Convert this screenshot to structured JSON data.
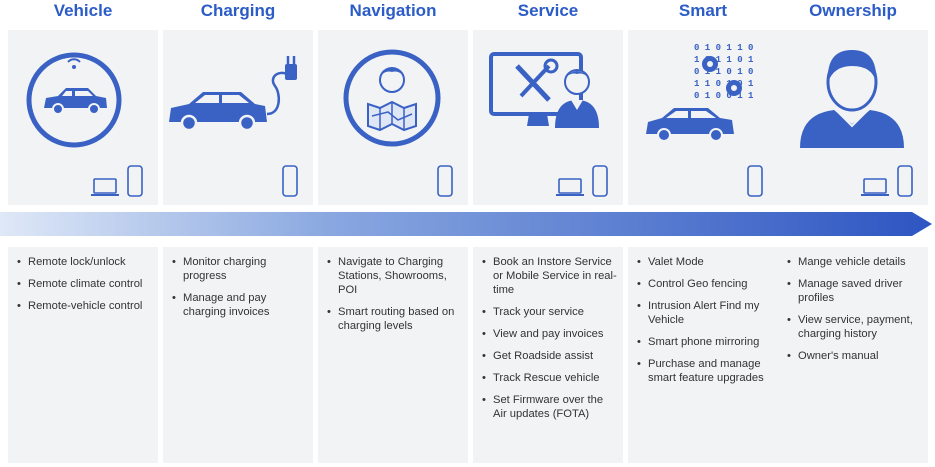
{
  "colors": {
    "accent": "#2b5cc7",
    "icon": "#3a62c4",
    "card": "#f2f3f5"
  },
  "columns": [
    {
      "title": "Vehicle",
      "icon": "car-wifi-icon",
      "devices": [
        "laptop-icon",
        "phone-icon"
      ],
      "items": [
        "Remote lock/unlock",
        "Remote climate control",
        "Remote-vehicle control"
      ]
    },
    {
      "title": "Charging",
      "icon": "car-charging-plug-icon",
      "devices": [
        "phone-icon"
      ],
      "items": [
        "Monitor charging progress",
        "Manage and pay charging invoices"
      ]
    },
    {
      "title": "Navigation",
      "icon": "person-map-icon",
      "devices": [
        "phone-icon"
      ],
      "items": [
        "Navigate to Charging Stations, Showrooms, POI",
        "Smart routing based on charging levels"
      ]
    },
    {
      "title": "Service",
      "icon": "service-technician-icon",
      "devices": [
        "laptop-icon",
        "phone-icon"
      ],
      "items": [
        "Book an Instore Service or Mobile Service in real-time",
        "Track your service",
        "View and pay invoices",
        "Get Roadside assist",
        "Track Rescue vehicle",
        "Set Firmware over the Air updates (FOTA)"
      ]
    },
    {
      "title": "Smart",
      "icon": "smart-car-binary-icon",
      "devices": [
        "phone-icon"
      ],
      "items": [
        "Valet Mode",
        "Control Geo fencing",
        "Intrusion Alert Find my Vehicle",
        "Smart phone mirroring",
        "Purchase and manage smart feature upgrades"
      ]
    },
    {
      "title": "Ownership",
      "icon": "owner-person-icon",
      "devices": [
        "laptop-icon",
        "phone-icon"
      ],
      "items": [
        "Mange vehicle details",
        "Manage saved driver profiles",
        "View service, payment, charging history",
        "Owner's manual"
      ]
    }
  ]
}
